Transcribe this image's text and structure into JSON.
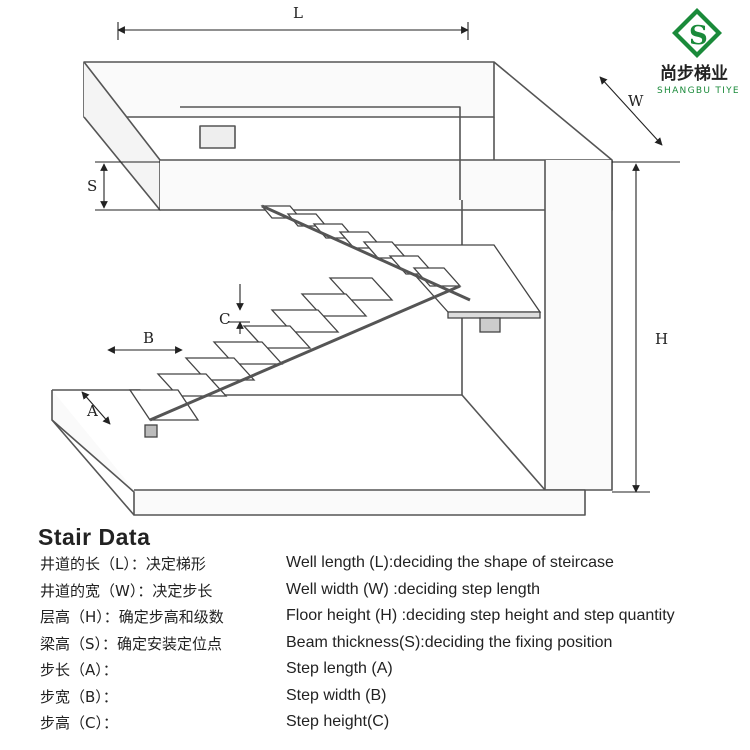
{
  "dimensions": {
    "L": "L",
    "W": "W",
    "S": "S",
    "H": "H",
    "C": "C",
    "B": "B",
    "A": "A"
  },
  "brand": {
    "name_cn": "尚步梯业",
    "name_en": "SHANGBU TIYE",
    "logo_letter": "S",
    "accent_color": "#1a8a3a"
  },
  "title": "Stair Data",
  "rows": [
    {
      "zh": "井道的长（L）：决定梯形",
      "en": "Well length (L):deciding the shape of steircase"
    },
    {
      "zh": "井道的宽（W）：决定步长",
      "en": "Well width (W) :deciding step length"
    },
    {
      "zh": "层高（H）：确定步高和级数",
      "en": "Floor height (H) :deciding step height and step quantity"
    },
    {
      "zh": "梁高（S）：确定安装定位点",
      "en": "Beam thickness(S):deciding the fixing position"
    },
    {
      "zh": "步长（A）：",
      "en": "Step length (A)"
    },
    {
      "zh": "步宽（B）：",
      "en": "Step width (B)"
    },
    {
      "zh": "步高（C）：",
      "en": "Step height(C)"
    }
  ]
}
